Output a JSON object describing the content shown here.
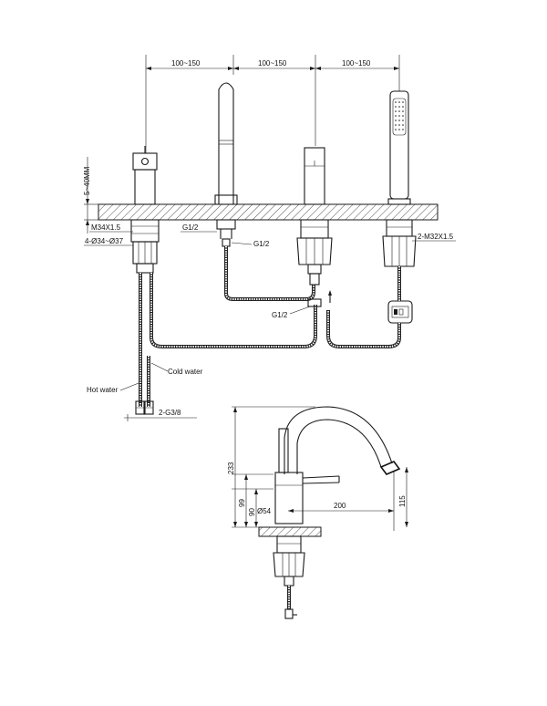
{
  "drawing": {
    "spacing_1": "100~150",
    "spacing_2": "100~150",
    "spacing_3": "100~150",
    "deck_thickness": "5~40MM",
    "thread_main": "M34X1.5",
    "hole_diameter": "4-Ø34~Ø37",
    "thread_spout_1": "G1/2",
    "thread_spout_2": "G1/2",
    "thread_connector": "G1/2",
    "thread_shower": "2-M32X1.5",
    "hot_water": "Hot water",
    "cold_water": "Cold water",
    "inlet_thread": "2-G3/8",
    "dim_height_total": "233",
    "dim_height_lever": "99",
    "dim_height_body": "90",
    "dim_reach": "200",
    "dim_spout_height": "115",
    "dim_diameter": "Ø54"
  }
}
